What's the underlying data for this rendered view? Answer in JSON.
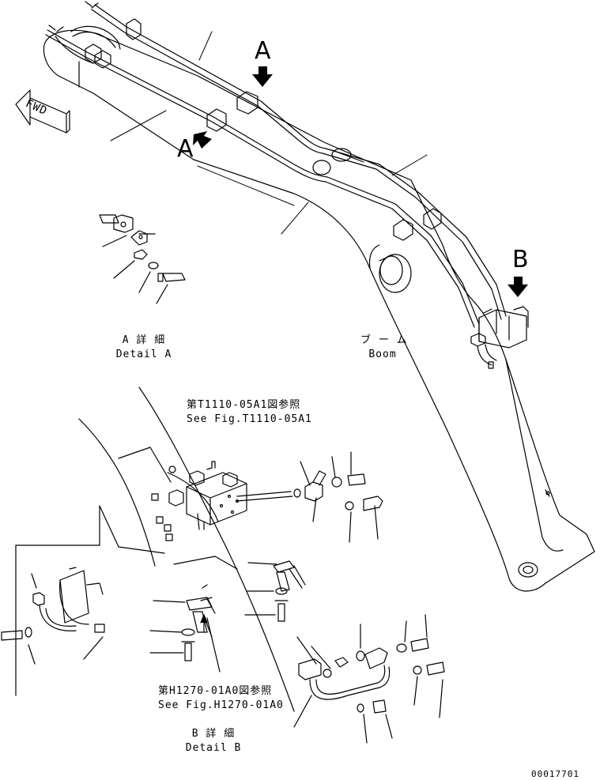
{
  "labels": {
    "view_a": "A",
    "view_a_left": "A",
    "view_b": "B",
    "fwd": "FWD",
    "detail_a_jp": "A 詳 細",
    "detail_a_en": "Detail A",
    "boom_jp": "ブ ー ム",
    "boom_en": "Boom",
    "ref1_jp": "第T1110-05A1図参照",
    "ref1_en": "See Fig.T1110-05A1",
    "ref2_jp": "第H1270-01A0図参照",
    "ref2_en": "See Fig.H1270-01A0",
    "detail_b_jp": "B 詳 細",
    "detail_b_en": "Detail B",
    "drawing_no": "00017701"
  }
}
